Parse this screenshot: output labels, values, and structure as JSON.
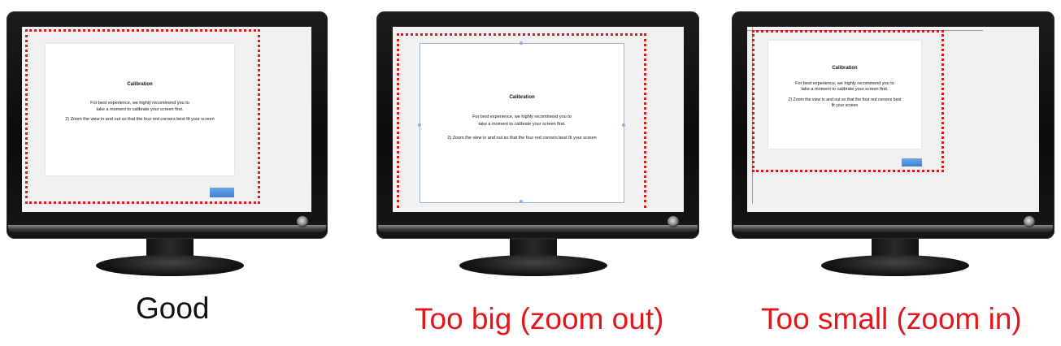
{
  "dialog": {
    "title": "Calibration",
    "line1": "For best experience, we highly recommend you to",
    "line2": "take a moment to calibrate your screen first.",
    "line3": "2) Zoom the view in and out so that the four red corners  best fit your screen",
    "line3a": "2) Zoom the view in  and out so that the four red corners  best",
    "line3b": "fit your screen"
  },
  "captions": {
    "good": "Good",
    "too_big": "Too big (zoom out)",
    "too_small": "Too small (zoom in)"
  },
  "colors": {
    "corner_border": "#e0161b",
    "caption_good": "#111111",
    "caption_bad": "#e3161b",
    "button": "#4a8ade"
  },
  "icons": {
    "power": "power-button-icon"
  }
}
